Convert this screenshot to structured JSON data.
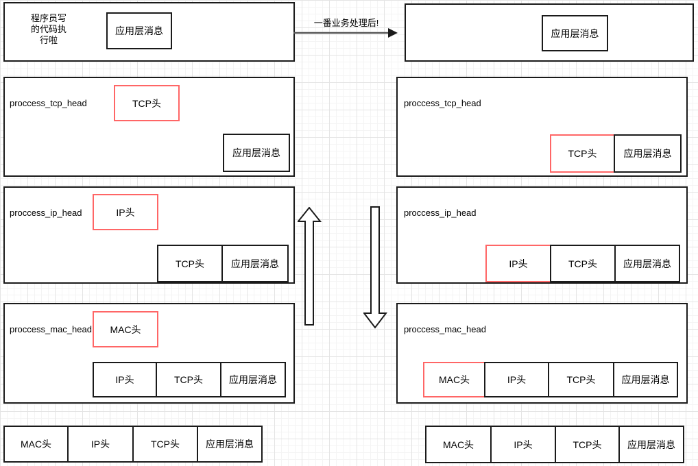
{
  "diagram": {
    "source_box": {
      "note": "程序员写的代码执行啦",
      "message": "应用层消息"
    },
    "transition_arrow": {
      "label": "一番业务处理后!"
    },
    "dest_box": {
      "message": "应用层消息"
    },
    "left_stack": [
      {
        "title": "proccess_tcp_head",
        "highlight": "TCP头",
        "row": [
          "应用层消息"
        ]
      },
      {
        "title": "proccess_ip_head",
        "highlight": "IP头",
        "row": [
          "TCP头",
          "应用层消息"
        ]
      },
      {
        "title": "proccess_mac_head",
        "highlight": "MAC头",
        "row": [
          "IP头",
          "TCP头",
          "应用层消息"
        ]
      }
    ],
    "left_final_row": [
      "MAC头",
      "IP头",
      "TCP头",
      "应用层消息"
    ],
    "right_stack": [
      {
        "title": "proccess_tcp_head",
        "row": [
          "TCP头",
          "应用层消息"
        ],
        "highlight_index": 0
      },
      {
        "title": "proccess_ip_head",
        "row": [
          "IP头",
          "TCP头",
          "应用层消息"
        ],
        "highlight_index": 0
      },
      {
        "title": "proccess_mac_head",
        "row": [
          "MAC头",
          "IP头",
          "TCP头",
          "应用层消息"
        ],
        "highlight_index": 0
      }
    ],
    "right_final_row": [
      "MAC头",
      "IP头",
      "TCP头",
      "应用层消息"
    ],
    "colors": {
      "highlight_border": "#ff6666",
      "shape_border": "#1a1a1a",
      "arrow_line": "#595959",
      "grid_minor": "#f4f4f4",
      "grid_major": "#e4e4e4"
    }
  }
}
